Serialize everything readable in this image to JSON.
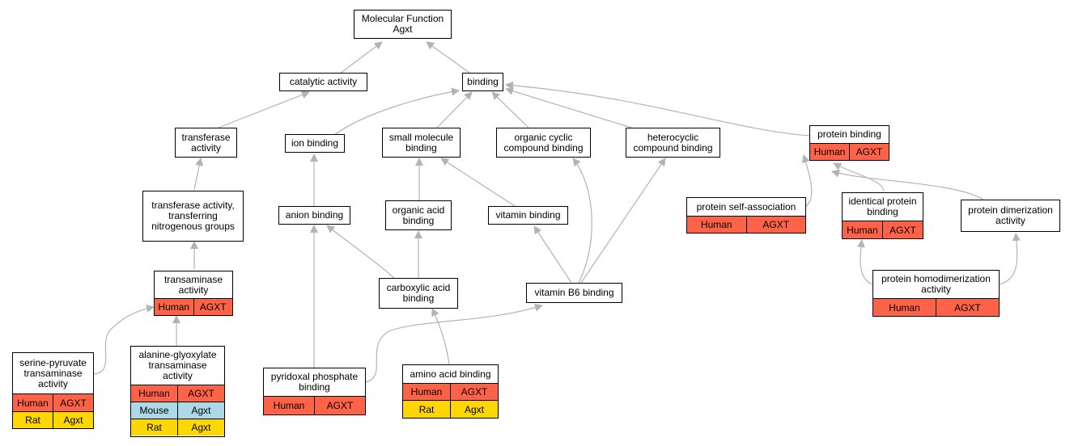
{
  "colors": {
    "Human": "#ff6347",
    "Mouse": "#add8e6",
    "Rat": "#ffd700",
    "edge": "#b3b3b3"
  },
  "nodes": {
    "mf": {
      "title": "Molecular Function Agxt",
      "rows": []
    },
    "cat": {
      "title": "catalytic activity",
      "rows": []
    },
    "bind": {
      "title": "binding",
      "rows": []
    },
    "trans": {
      "title": "transferase activity",
      "rows": []
    },
    "ion": {
      "title": "ion binding",
      "rows": []
    },
    "small": {
      "title": "small molecule binding",
      "rows": []
    },
    "occ": {
      "title": "organic cyclic compound binding",
      "rows": []
    },
    "hcc": {
      "title": "heterocyclic compound binding",
      "rows": []
    },
    "pb": {
      "title": "protein binding",
      "rows": [
        [
          "Human",
          "AGXT"
        ]
      ]
    },
    "tan": {
      "title": "transferase activity, transferring nitrogenous groups",
      "rows": []
    },
    "anion": {
      "title": "anion binding",
      "rows": []
    },
    "oab": {
      "title": "organic acid binding",
      "rows": []
    },
    "vit": {
      "title": "vitamin binding",
      "rows": []
    },
    "psa": {
      "title": "protein self-association",
      "rows": [
        [
          "Human",
          "AGXT"
        ]
      ]
    },
    "ipb": {
      "title": "identical protein binding",
      "rows": [
        [
          "Human",
          "AGXT"
        ]
      ]
    },
    "pda": {
      "title": "protein dimerization activity",
      "rows": []
    },
    "ta": {
      "title": "transaminase activity",
      "rows": [
        [
          "Human",
          "AGXT"
        ]
      ]
    },
    "cab": {
      "title": "carboxylic acid binding",
      "rows": []
    },
    "vb6": {
      "title": "vitamin B6 binding",
      "rows": []
    },
    "phda": {
      "title": "protein homodimerization activity",
      "rows": [
        [
          "Human",
          "AGXT"
        ]
      ]
    },
    "spt": {
      "title": "serine-pyruvate transaminase activity",
      "rows": [
        [
          "Human",
          "AGXT"
        ],
        [
          "Rat",
          "Agxt"
        ]
      ]
    },
    "agt": {
      "title": "alanine-glyoxylate transaminase activity",
      "rows": [
        [
          "Human",
          "AGXT"
        ],
        [
          "Mouse",
          "Agxt"
        ],
        [
          "Rat",
          "Agxt"
        ]
      ]
    },
    "plp": {
      "title": "pyridoxal phosphate binding",
      "rows": [
        [
          "Human",
          "AGXT"
        ]
      ]
    },
    "aab": {
      "title": "amino acid binding",
      "rows": [
        [
          "Human",
          "AGXT"
        ],
        [
          "Rat",
          "Agxt"
        ]
      ]
    }
  }
}
